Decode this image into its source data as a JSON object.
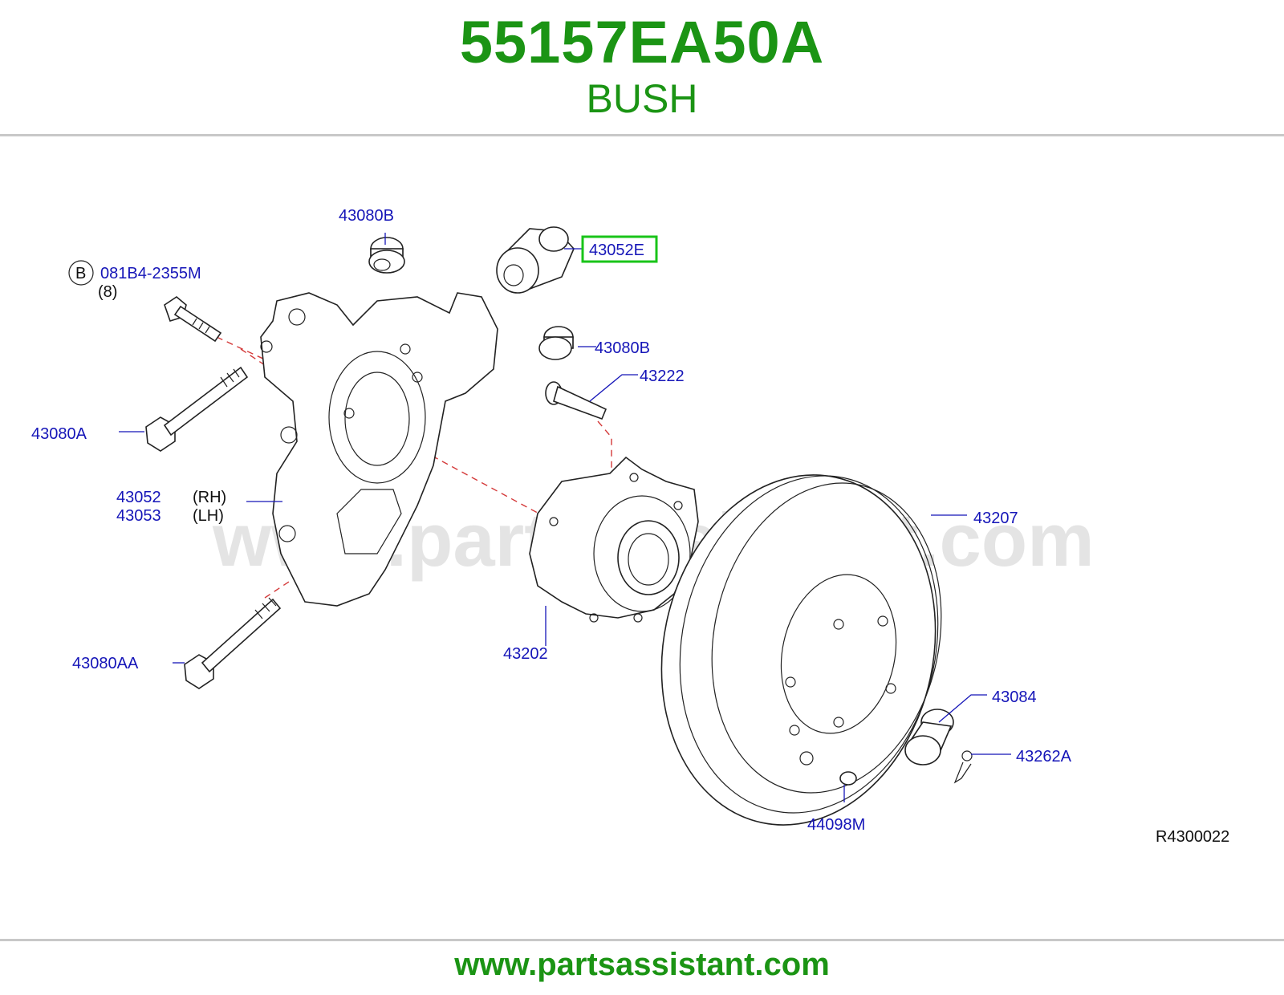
{
  "header": {
    "part_number": "55157EA50A",
    "part_name": "BUSH"
  },
  "diagram": {
    "watermark": "www.partsassistant.com",
    "reference_code": "R4300022",
    "highlight_color": "#19c419",
    "label_color": "#1515b8",
    "callouts": {
      "c43080B_top": "43080B",
      "c43052E": "43052E",
      "bolt_circle_letter": "B",
      "c081B4": "081B4-2355M",
      "c081B4_qty": "(8)",
      "c43080B_mid": "43080B",
      "c43222": "43222",
      "c43080A": "43080A",
      "c43052": "43052",
      "c43052_side": "(RH)",
      "c43053": "43053",
      "c43053_side": "(LH)",
      "c43207": "43207",
      "c43202": "43202",
      "c43080AA": "43080AA",
      "c43084": "43084",
      "c43262A": "43262A",
      "c44098M": "44098M"
    }
  },
  "footer": {
    "url": "www.partsassistant.com"
  }
}
